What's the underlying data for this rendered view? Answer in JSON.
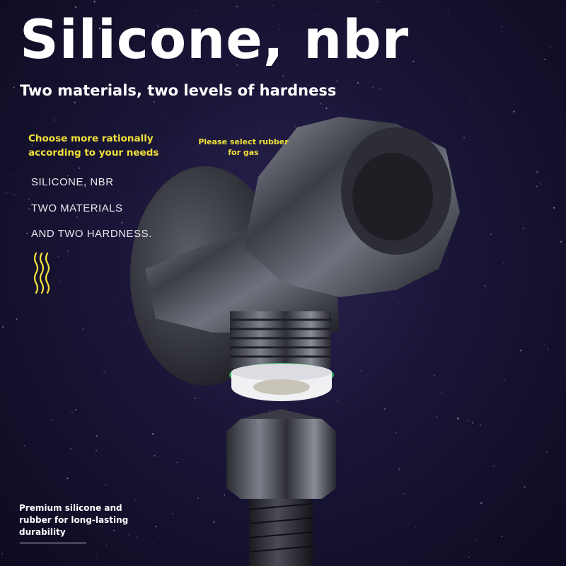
{
  "title": "Silicone, nbr",
  "subtitle": "Two materials, two levels of hardness",
  "note_left": "Choose more rationally according to your needs",
  "note_gas": "Please select rubber for gas",
  "caption_lines": [
    "SILICONE, NBR",
    "TWO MATERIALS",
    "AND TWO HARDNESS."
  ],
  "footer_note": "Premium silicone and rubber for long-lasting durability",
  "colors": {
    "background": "#191536",
    "accent_yellow": "#f2e23a",
    "seal_glow": "#37e26a"
  },
  "icons": [
    "heat-wave-icon"
  ]
}
